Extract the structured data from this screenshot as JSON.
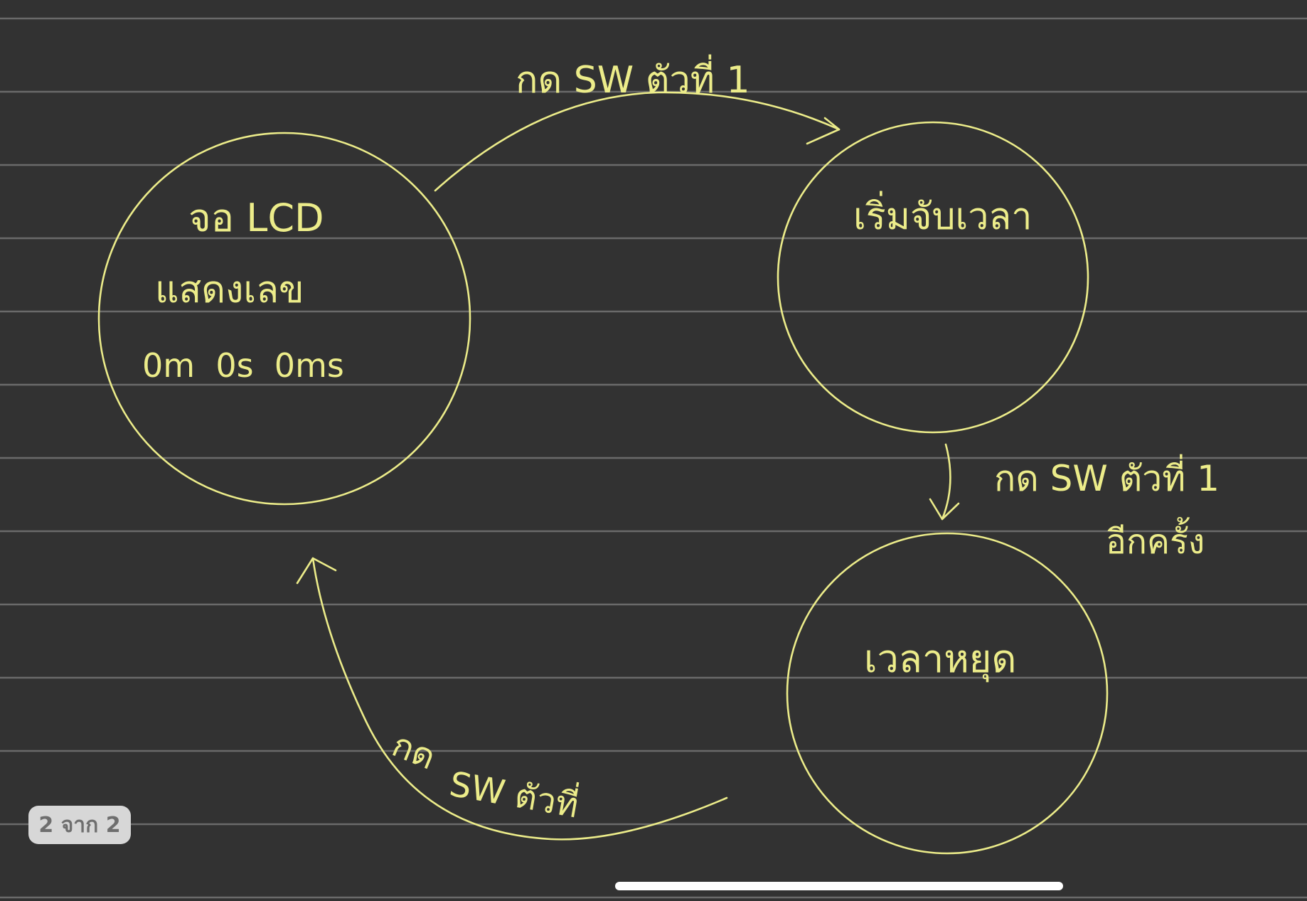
{
  "diagram": {
    "states": [
      {
        "id": "lcd",
        "lines": [
          "จอ LCD",
          "แสดงเลข",
          "0m  0s  0ms"
        ]
      },
      {
        "id": "start",
        "lines": [
          "เริ่มจับเวลา"
        ]
      },
      {
        "id": "stop",
        "lines": [
          "เวลาหยุด"
        ]
      }
    ],
    "transitions": [
      {
        "from": "lcd",
        "to": "start",
        "label": "กด SW ตัวที่ 1"
      },
      {
        "from": "start",
        "to": "stop",
        "label_lines": [
          "กด SW ตัวที่ 1",
          "อีกครั้ง"
        ]
      },
      {
        "from": "stop",
        "to": "lcd",
        "label_lines": [
          "กด",
          "SW ตัวที่"
        ]
      }
    ],
    "ink_color": "#ecec8a",
    "background_color": "#323232",
    "rule_color": "#6a6a6a"
  },
  "page_indicator": "2 จาก 2"
}
